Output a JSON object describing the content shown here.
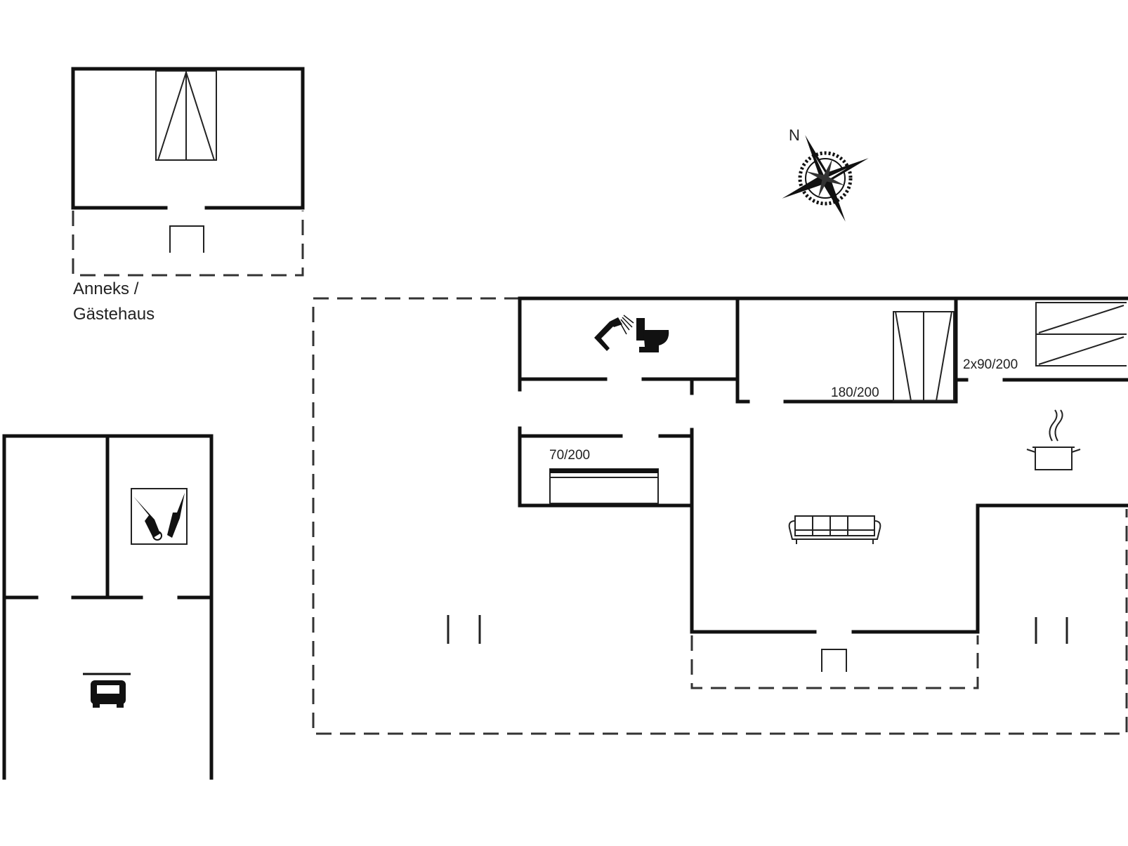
{
  "annex": {
    "label_line1": "Anneks /",
    "label_line2": "Gästehaus"
  },
  "beds": {
    "bed_70": "70/200",
    "bed_180": "180/200",
    "bed_2x90": "2x90/200"
  },
  "compass": {
    "north": "N"
  },
  "icons": [
    "wardrobe-icon",
    "shower-icon",
    "toilet-icon",
    "bed-icon",
    "cooking-pot-icon",
    "sofa-icon",
    "tools-icon",
    "car-icon",
    "entrance-step-icon",
    "compass-rose-icon",
    "bunk-bed-icon",
    "terrace-post-icon"
  ]
}
